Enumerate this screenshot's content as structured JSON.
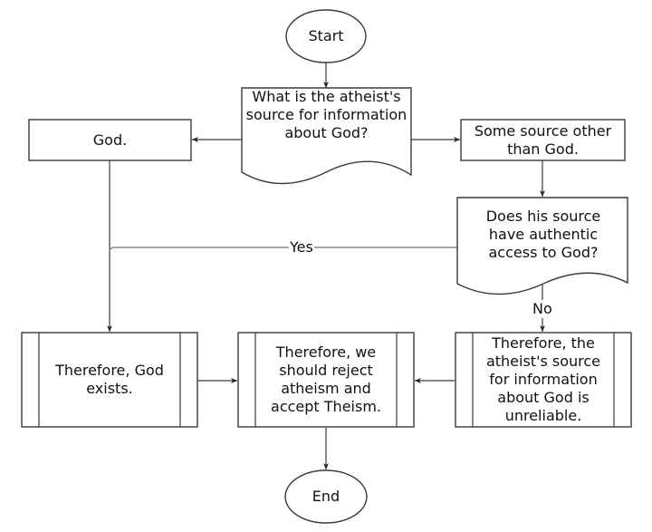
{
  "flowchart": {
    "nodes": {
      "start": {
        "type": "terminator",
        "label": "Start"
      },
      "question_source": {
        "type": "document",
        "label": "What is the atheist's source for information about God?"
      },
      "god": {
        "type": "process",
        "label": "God."
      },
      "other_source": {
        "type": "process",
        "label": "Some source other than God."
      },
      "question_access": {
        "type": "document",
        "label": "Does his source have authentic access to God?"
      },
      "god_exists": {
        "type": "predefined-process",
        "label": "Therefore, God exists."
      },
      "reject_atheism": {
        "type": "predefined-process",
        "label": "Therefore, we should reject atheism and accept Theism."
      },
      "unreliable": {
        "type": "predefined-process",
        "label": "Therefore, the atheist's source for information about God is unreliable."
      },
      "end": {
        "type": "terminator",
        "label": "End"
      }
    },
    "edges": [
      {
        "from": "start",
        "to": "question_source",
        "label": ""
      },
      {
        "from": "question_source",
        "to": "god",
        "label": ""
      },
      {
        "from": "question_source",
        "to": "other_source",
        "label": ""
      },
      {
        "from": "other_source",
        "to": "question_access",
        "label": ""
      },
      {
        "from": "question_access",
        "to": "god_exists",
        "label": "Yes"
      },
      {
        "from": "question_access",
        "to": "unreliable",
        "label": "No"
      },
      {
        "from": "god",
        "to": "god_exists",
        "label": ""
      },
      {
        "from": "god_exists",
        "to": "reject_atheism",
        "label": ""
      },
      {
        "from": "unreliable",
        "to": "reject_atheism",
        "label": ""
      },
      {
        "from": "reject_atheism",
        "to": "end",
        "label": ""
      }
    ],
    "edge_labels": {
      "yes": "Yes",
      "no": "No"
    },
    "colors": {
      "stroke": "#3a3a3a",
      "yes_line": "#8a8a8a",
      "fill": "#ffffff",
      "text": "#111111"
    }
  }
}
